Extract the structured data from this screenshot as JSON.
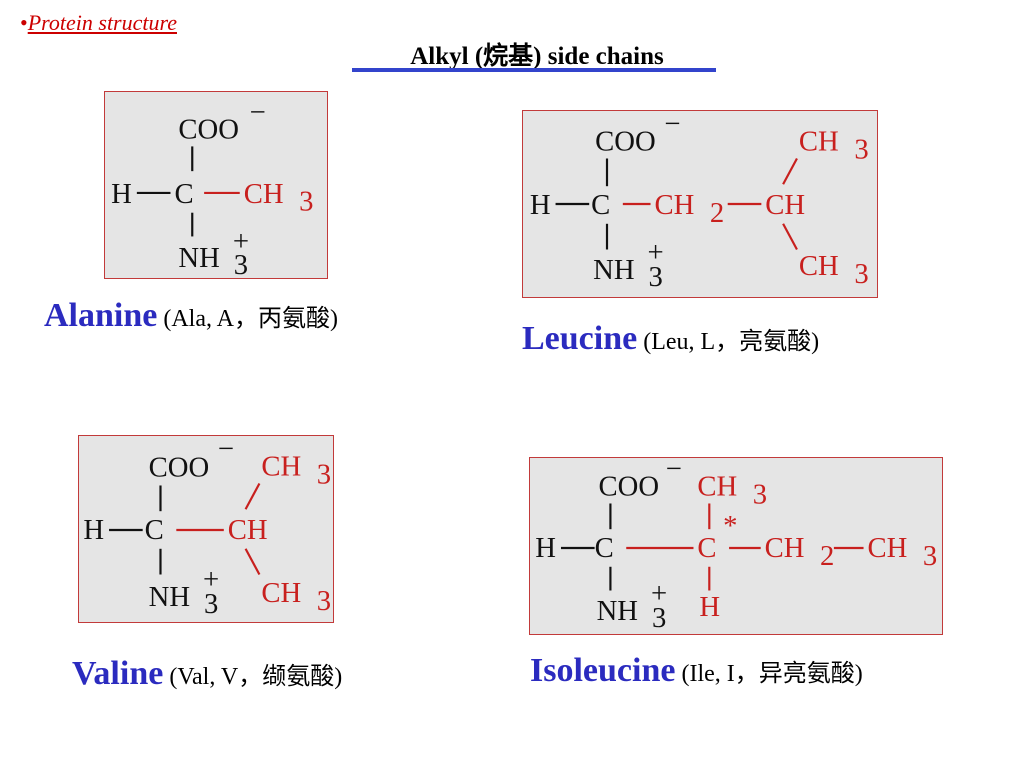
{
  "header": {
    "bullet": "•",
    "breadcrumb": "Protein structure",
    "title": "Alkyl (烷基) side chains"
  },
  "amino_acids": [
    {
      "name": "Alanine",
      "info": "(Ala, A，丙氨酸)",
      "formula": {
        "carboxyl": "COO",
        "charge_neg": "−",
        "h": "H",
        "c": "C",
        "amino": "NH",
        "amino_sub": "3",
        "charge_pos": "+",
        "side_ch": "CH",
        "side_sub": "3"
      }
    },
    {
      "name": "Leucine",
      "info": "(Leu, L，亮氨酸)",
      "formula": {
        "carboxyl": "COO",
        "charge_neg": "−",
        "h": "H",
        "c": "C",
        "amino": "NH",
        "amino_sub": "3",
        "charge_pos": "+",
        "ch2": "CH",
        "ch2_sub": "2",
        "ch": "CH",
        "ch3": "CH",
        "ch3_sub": "3"
      }
    },
    {
      "name": "Valine",
      "info": "(Val, V，缬氨酸)",
      "formula": {
        "carboxyl": "COO",
        "charge_neg": "−",
        "h": "H",
        "c": "C",
        "amino": "NH",
        "amino_sub": "3",
        "charge_pos": "+",
        "ch": "CH",
        "ch3": "CH",
        "ch3_sub": "3"
      }
    },
    {
      "name": "Isoleucine",
      "info": "(Ile, I，异亮氨酸)",
      "formula": {
        "carboxyl": "COO",
        "charge_neg": "−",
        "h": "H",
        "c": "C",
        "amino": "NH",
        "amino_sub": "3",
        "charge_pos": "+",
        "chiral_c": "C",
        "chiral_mark": "*",
        "top_ch3": "CH",
        "ch3_sub": "3",
        "bottom_h": "H",
        "ch2": "CH",
        "ch2_sub": "2",
        "end_ch3": "CH"
      }
    }
  ]
}
